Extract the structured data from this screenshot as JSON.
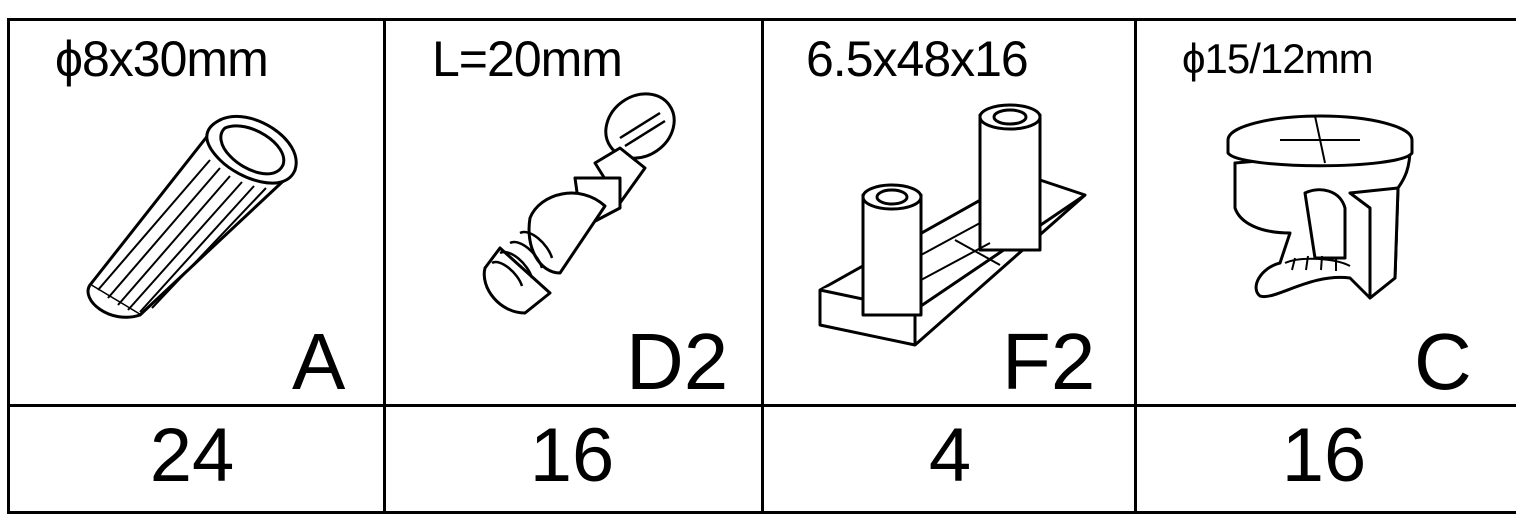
{
  "parts": [
    {
      "spec": "ϕ8x30mm",
      "code": "A",
      "quantity": "24",
      "icon": "wooden-dowel-icon"
    },
    {
      "spec": "L=20mm",
      "code": "D2",
      "quantity": "16",
      "icon": "cam-bolt-icon"
    },
    {
      "spec": "6.5x48x16",
      "code": "F2",
      "quantity": "4",
      "icon": "shelf-support-icon"
    },
    {
      "spec": "ϕ15/12mm",
      "code": "C",
      "quantity": "16",
      "icon": "cam-lock-icon"
    }
  ]
}
